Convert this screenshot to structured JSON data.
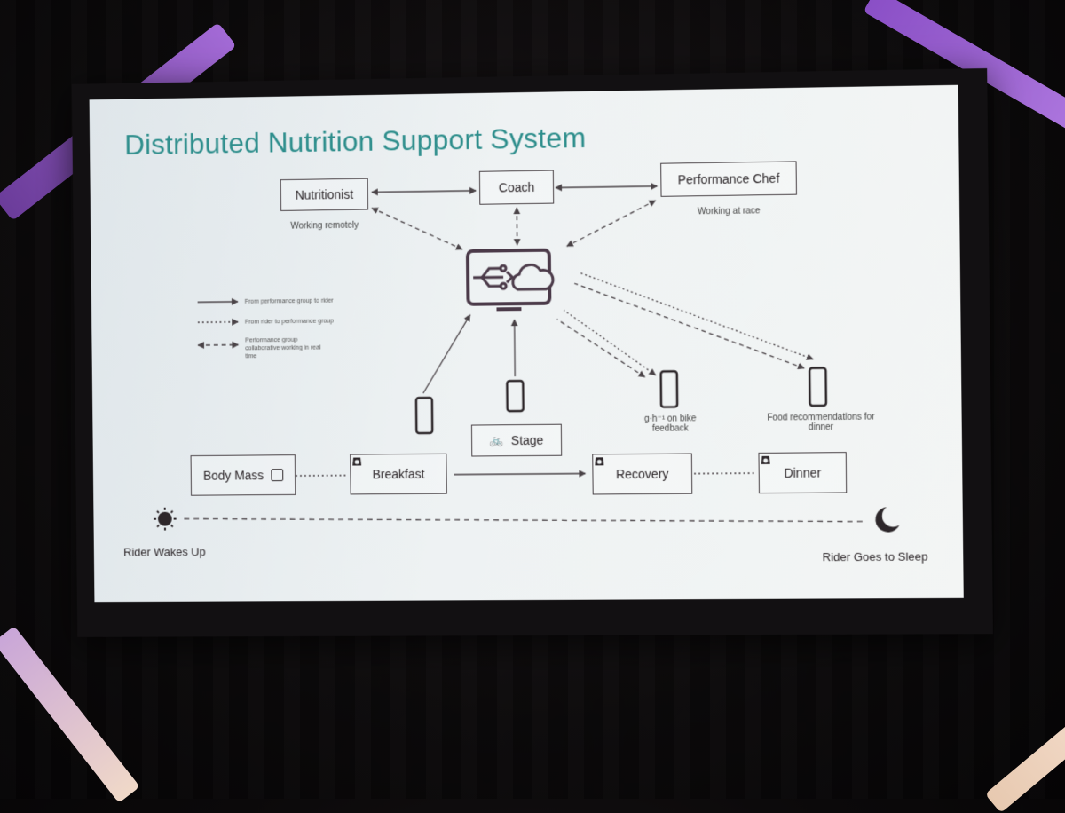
{
  "slide": {
    "title": "Distributed Nutrition Support System"
  },
  "roles": {
    "nutritionist": {
      "label": "Nutritionist",
      "note": "Working remotely"
    },
    "coach": {
      "label": "Coach"
    },
    "chef": {
      "label": "Performance Chef",
      "note": "Working at race"
    }
  },
  "legend": {
    "items": [
      {
        "label": "From performance group to rider",
        "style": "solid"
      },
      {
        "label": "From rider to performance group",
        "style": "dotted"
      },
      {
        "label": "Performance group collaborative working in real time",
        "style": "dashed"
      }
    ]
  },
  "hub": {
    "icon": "usb-cloud-platform-icon"
  },
  "phones": {
    "bike_feedback": "g·h⁻¹ on bike feedback",
    "dinner_recs": "Food recommendations for dinner"
  },
  "day": {
    "body_mass": "Body Mass",
    "breakfast": "Breakfast",
    "stage": "Stage",
    "recovery": "Recovery",
    "dinner": "Dinner"
  },
  "timeline": {
    "start": "Rider Wakes Up",
    "end": "Rider Goes to Sleep"
  },
  "colors": {
    "title": "#2e8e8c",
    "hub_icon": "#4b3a49",
    "ink": "#2d272a",
    "ribbon": "#9a5fd0"
  }
}
